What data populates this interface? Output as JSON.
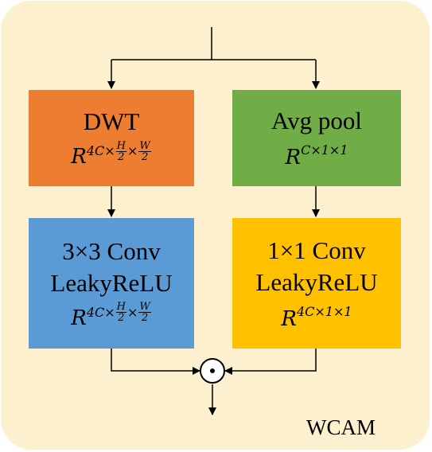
{
  "diagram": {
    "label": "WCAM",
    "blocks": {
      "dwt": {
        "title": "DWT",
        "dims_base": "R",
        "dims_exp_prefix": "4C×",
        "frac1_num": "H",
        "frac1_den": "2",
        "times": "×",
        "frac2_num": "W",
        "frac2_den": "2"
      },
      "avg_pool": {
        "title": "Avg pool",
        "dims_base": "R",
        "dims_exp": "C×1×1"
      },
      "conv3": {
        "line1": "3×3 Conv",
        "line2": "LeakyReLU",
        "dims_base": "R",
        "dims_exp_prefix": "4C×",
        "frac1_num": "H",
        "frac1_den": "2",
        "times": "×",
        "frac2_num": "W",
        "frac2_den": "2"
      },
      "conv1": {
        "line1": "1×1 Conv",
        "line2": "LeakyReLU",
        "dims_base": "R",
        "dims_exp": "4C×1×1"
      }
    },
    "operator": {
      "symbol": "⊙",
      "name": "element-wise product"
    },
    "colors": {
      "background": "#fdf0cf",
      "dwt": "#ed7d31",
      "avg_pool": "#70ad47",
      "conv3": "#5b9bd5",
      "conv1": "#ffc000"
    }
  }
}
